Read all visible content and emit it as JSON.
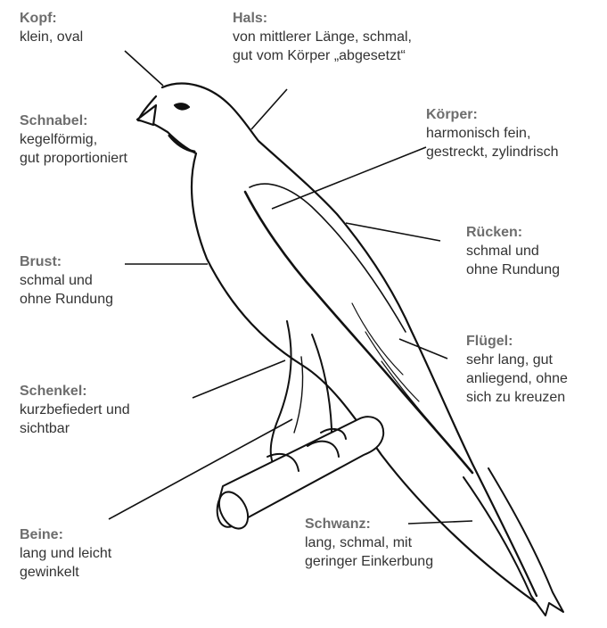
{
  "labels": {
    "kopf": {
      "title": "Kopf:",
      "lines": [
        "klein, oval"
      ]
    },
    "hals": {
      "title": "Hals:",
      "lines": [
        "von mittlerer Länge, schmal,",
        "gut vom Körper „abgesetzt“"
      ]
    },
    "schnabel": {
      "title": "Schnabel:",
      "lines": [
        "kegelförmig,",
        "gut proportioniert"
      ]
    },
    "koerper": {
      "title": "Körper:",
      "lines": [
        "harmonisch fein,",
        "gestreckt, zylindrisch"
      ]
    },
    "ruecken": {
      "title": "Rücken:",
      "lines": [
        "schmal und",
        "ohne Rundung"
      ]
    },
    "brust": {
      "title": "Brust:",
      "lines": [
        "schmal und",
        "ohne Rundung"
      ]
    },
    "fluegel": {
      "title": "Flügel:",
      "lines": [
        "sehr lang, gut",
        "anliegend, ohne",
        "sich zu kreuzen"
      ]
    },
    "schenkel": {
      "title": "Schenkel:",
      "lines": [
        "kurzbefiedert und",
        "sichtbar"
      ]
    },
    "beine": {
      "title": "Beine:",
      "lines": [
        "lang und leicht",
        "gewinkelt"
      ]
    },
    "schwanz": {
      "title": "Schwanz:",
      "lines": [
        "lang, schmal, mit",
        "geringer Einkerbung"
      ]
    }
  },
  "colors": {
    "title": "#6d6d6d",
    "text": "#333333",
    "line": "#111111"
  }
}
